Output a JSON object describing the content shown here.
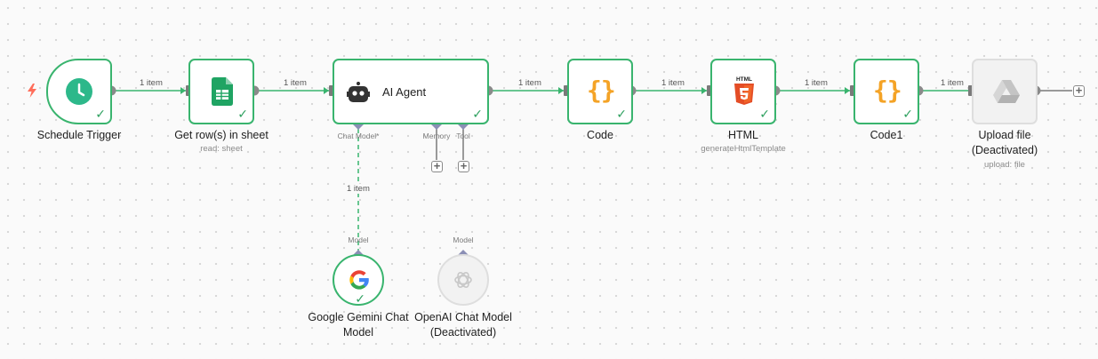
{
  "colors": {
    "success": "#39b46e",
    "connector": "#7a7a7a",
    "port_diamond": "#8b8fb5",
    "trigger_bolt": "#ff6d5a",
    "code_icon": "#f4a326",
    "html5": "#e44d26",
    "sheets": "#1fa463",
    "gemini_link": "#39b46e"
  },
  "nodes": {
    "schedule_trigger": {
      "label": "Schedule Trigger",
      "icon": "clock-icon",
      "status": "success"
    },
    "get_rows": {
      "label": "Get row(s) in sheet",
      "subtitle": "read: sheet",
      "icon": "google-sheets-icon",
      "status": "success"
    },
    "ai_agent": {
      "label": "AI Agent",
      "icon": "robot-icon",
      "status": "success",
      "ports": {
        "chat_model": "Chat Model*",
        "memory": "Memory",
        "tool": "Tool"
      }
    },
    "code": {
      "label": "Code",
      "icon": "code-braces-icon",
      "status": "success"
    },
    "html": {
      "label": "HTML",
      "subtitle": "generateHtmlTemplate",
      "icon": "html5-icon",
      "badge": "HTML",
      "status": "success"
    },
    "code1": {
      "label": "Code1",
      "icon": "code-braces-icon",
      "status": "success"
    },
    "upload_file": {
      "label_line1": "Upload file",
      "label_line2": "(Deactivated)",
      "subtitle": "upload: file",
      "icon": "google-drive-icon",
      "status": "deactivated"
    },
    "gemini": {
      "label_line1": "Google Gemini Chat",
      "label_line2": "Model",
      "port": "Model",
      "icon": "google-g-icon",
      "status": "success"
    },
    "openai": {
      "label_line1": "OpenAI Chat Model",
      "label_line2": "(Deactivated)",
      "port": "Model",
      "icon": "openai-icon",
      "status": "deactivated"
    }
  },
  "edges": {
    "e1": "1 item",
    "e2": "1 item",
    "e3": "1 item",
    "e4": "1 item",
    "e5": "1 item",
    "e6": "1 item",
    "gemini": "1 item"
  },
  "glyphs": {
    "check": "✓",
    "plus": "+",
    "braces": "{}"
  }
}
